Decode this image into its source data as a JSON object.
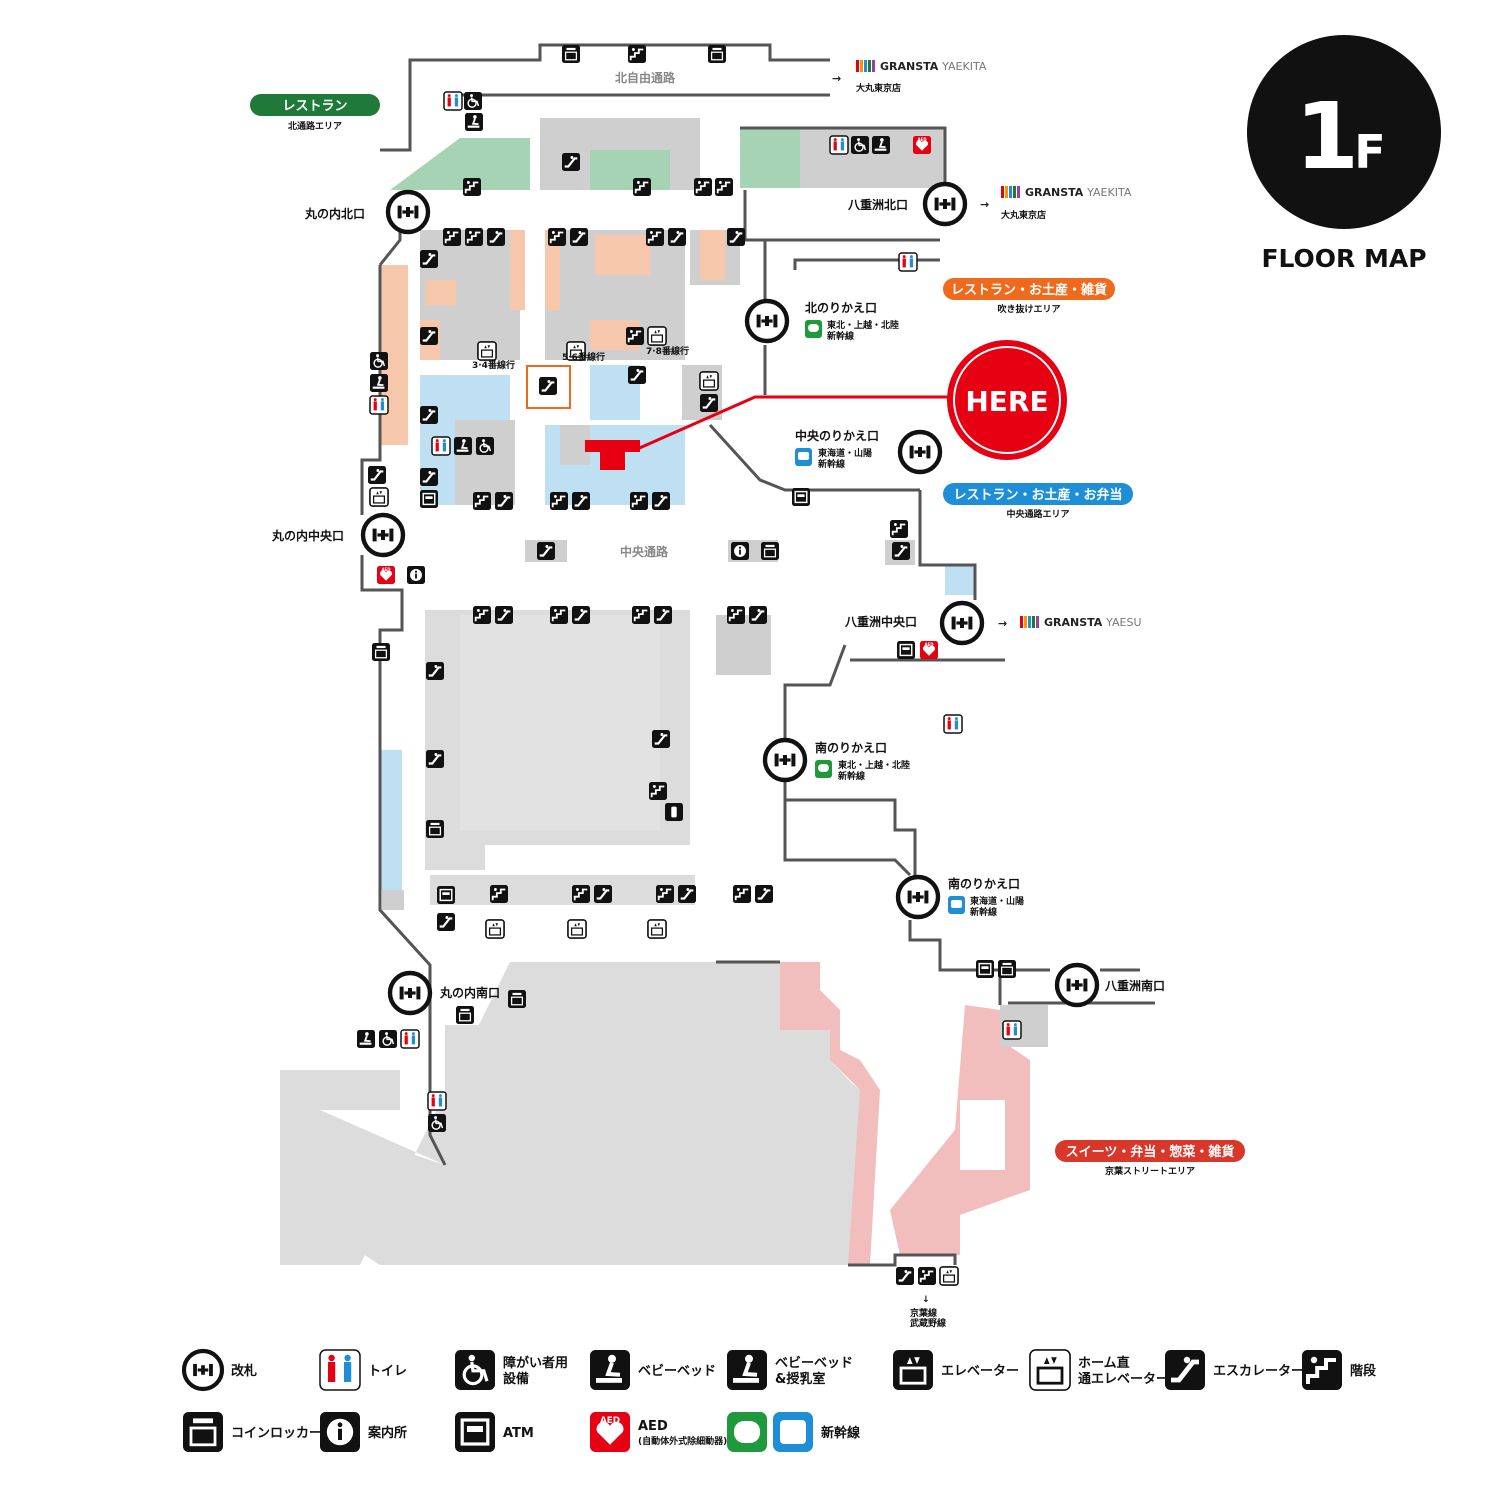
{
  "floor_badge": {
    "number": "1",
    "suffix": "F",
    "caption": "FLOOR MAP"
  },
  "here_marker": {
    "label": "HERE",
    "color": "#e60012"
  },
  "corridors": {
    "north": "北自由通路",
    "central": "中央通路"
  },
  "gates": [
    {
      "id": "maru-north",
      "label": "丸の内北口"
    },
    {
      "id": "yaesu-north",
      "label": "八重洲北口"
    },
    {
      "id": "kita-transfer",
      "label": "北のりかえ口",
      "line_lines": [
        "東北・上越・北陸",
        "新幹線"
      ]
    },
    {
      "id": "chuo-transfer",
      "label": "中央のりかえ口",
      "line_lines": [
        "東海道・山陽",
        "新幹線"
      ]
    },
    {
      "id": "maru-central",
      "label": "丸の内中央口"
    },
    {
      "id": "yaesu-central",
      "label": "八重洲中央口"
    },
    {
      "id": "minami-transfer-1",
      "label": "南のりかえ口",
      "line_lines": [
        "東北・上越・北陸",
        "新幹線"
      ]
    },
    {
      "id": "minami-transfer-2",
      "label": "南のりかえ口",
      "line_lines": [
        "東海道・山陽",
        "新幹線"
      ]
    },
    {
      "id": "maru-south",
      "label": "丸の内南口"
    },
    {
      "id": "yaesu-south",
      "label": "八重洲南口"
    }
  ],
  "areas": [
    {
      "id": "restaurant-north",
      "title": "レストラン",
      "subtitle": "北通路エリア",
      "color": "#1f7a3a"
    },
    {
      "id": "fukinuke",
      "title": "レストラン・お土産・雑貨",
      "subtitle": "吹き抜けエリア",
      "color": "#ee6b1e"
    },
    {
      "id": "chuo-area",
      "title": "レストラン・お土産・お弁当",
      "subtitle": "中央通路エリア",
      "color": "#1e8fd6"
    },
    {
      "id": "keiyo",
      "title": "スイーツ・弁当・惣菜・雑貨",
      "subtitle": "京葉ストリートエリア",
      "color": "#d8372a"
    }
  ],
  "links": [
    {
      "brand": "GRANSTA",
      "suffix": "YAEKITA",
      "sub": "大丸東京店"
    },
    {
      "brand": "GRANSTA",
      "suffix": "YAEKITA",
      "sub": "大丸東京店"
    },
    {
      "brand": "GRANSTA",
      "suffix": "YAESU",
      "sub": ""
    }
  ],
  "platform_notes": [
    "3·4番線行",
    "5·6番線行",
    "7·8番線行"
  ],
  "keiyo_exit": [
    "京葉線",
    "武蔵野線"
  ],
  "legend": [
    {
      "icon": "gate-icon",
      "label": "改札"
    },
    {
      "icon": "toilet-icon",
      "label": "トイレ"
    },
    {
      "icon": "accessible-icon",
      "label": "障がい者用設備"
    },
    {
      "icon": "baby-bed-icon",
      "label": "ベビーベッド"
    },
    {
      "icon": "nursing-room-icon",
      "label": "ベビーベッド&授乳室"
    },
    {
      "icon": "elevator-icon",
      "label": "エレベーター"
    },
    {
      "icon": "platform-elevator-icon",
      "label": "ホーム直通エレベーター"
    },
    {
      "icon": "escalator-icon",
      "label": "エスカレーター"
    },
    {
      "icon": "stairs-icon",
      "label": "階段"
    },
    {
      "icon": "coin-locker-icon",
      "label": "コインロッカー"
    },
    {
      "icon": "info-icon",
      "label": "案内所"
    },
    {
      "icon": "atm-icon",
      "label": "ATM"
    },
    {
      "icon": "aed-icon",
      "label": "AED",
      "note": "(自動体外式除細動器)"
    },
    {
      "icon": "shinkansen-icon",
      "label": "新幹線"
    }
  ]
}
